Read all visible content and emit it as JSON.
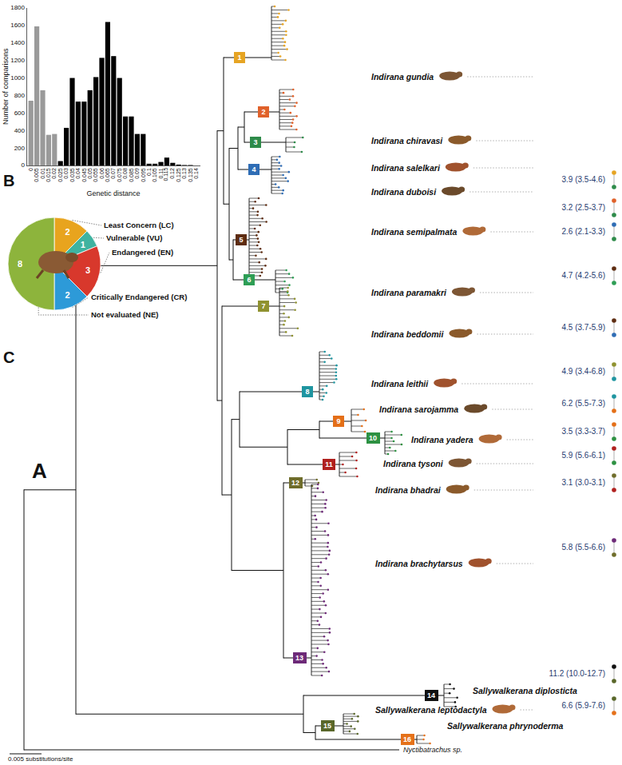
{
  "diagram": {
    "nodes": [
      {
        "text": [
          "1"
        ]
      },
      {
        "text": [
          "2"
        ]
      },
      {
        "text": [
          "3"
        ]
      },
      {
        "text": [
          "4"
        ]
      },
      {
        "text": [
          "5"
        ]
      },
      {
        "text": [
          "6"
        ]
      },
      {
        "text": [
          "7"
        ]
      },
      {
        "text": [
          "8"
        ]
      },
      {
        "text": [
          "9"
        ]
      },
      {
        "text": [
          "10"
        ]
      },
      {
        "text": [
          "11"
        ]
      },
      {
        "text": [
          "12"
        ]
      },
      {
        "text": [
          "13"
        ]
      },
      {
        "text": [
          "14"
        ]
      },
      {
        "text": [
          "15"
        ]
      },
      {
        "text": [
          "16"
        ]
      }
    ],
    "labels": [
      "Number of comparisons",
      "0",
      "200",
      "400",
      "600",
      "800",
      "1000",
      "1200",
      "1400",
      "1600",
      "1800",
      "0",
      "0.005",
      "0.01",
      "0.015",
      "0.02",
      "0.025",
      "0.03",
      "0.035",
      "0.04",
      "0.045",
      "0.05",
      "0.055",
      "0.06",
      "0.065",
      "0.07",
      "0.075",
      "0.08",
      "0.085",
      "0.09",
      "0.095",
      "0.1",
      "0.105",
      "0.11",
      "0.115",
      "0.12",
      "0.125",
      "0.13",
      "0.135",
      "0.14",
      "Genetic distance",
      "B",
      "2",
      "1",
      "3",
      "2",
      "8",
      "C",
      "A",
      "Indirana gundia",
      "Indirana chiravasi",
      "Indirana salelkari",
      "Indirana duboisi",
      "Indirana semipalmata",
      "Indirana paramakri",
      "Indirana beddomii",
      "Indirana leithii",
      "Indirana sarojamma",
      "Indirana yadera",
      "Indirana tysoni",
      "Indirana bhadrai",
      "Indirana brachytarsus",
      "Sallywalkerana diplosticta",
      "Sallywalkerana leptodactyla",
      "Sallywalkerana phrynoderma",
      "Nyctibatrachus sp.",
      "3.9 (3.5-4.6)",
      "3.2 (2.5-3.7)",
      "2.6 (2.1-3.3)",
      "4.7 (4.2-5.6)",
      "4.5 (3.7-5.9)",
      "4.9 (3.4-6.8)",
      "6.2 (5.5-7.3)",
      "3.5 (3.3-3.7)",
      "5.9 (5.6-6.1)",
      "3.1 (3.0-3.1)",
      "5.8 (5.5-6.6)",
      "11.2 (10.0-12.7)",
      "6.6 (5.9-7.6)",
      "0.005 substitutions/site"
    ],
    "legend": [
      {
        "text": "Least Concern (LC)",
        "color": "#e8a41e"
      },
      {
        "text": "Vulnerable (VU)",
        "color": "#3fb3a0"
      },
      {
        "text": "Endangered (EN)",
        "color": "#d8382c"
      },
      {
        "text": "Critically Endangered (CR)",
        "color": "#2d9ad8"
      },
      {
        "text": "Not evaluated (NE)",
        "color": "#8db43c"
      }
    ]
  }
}
